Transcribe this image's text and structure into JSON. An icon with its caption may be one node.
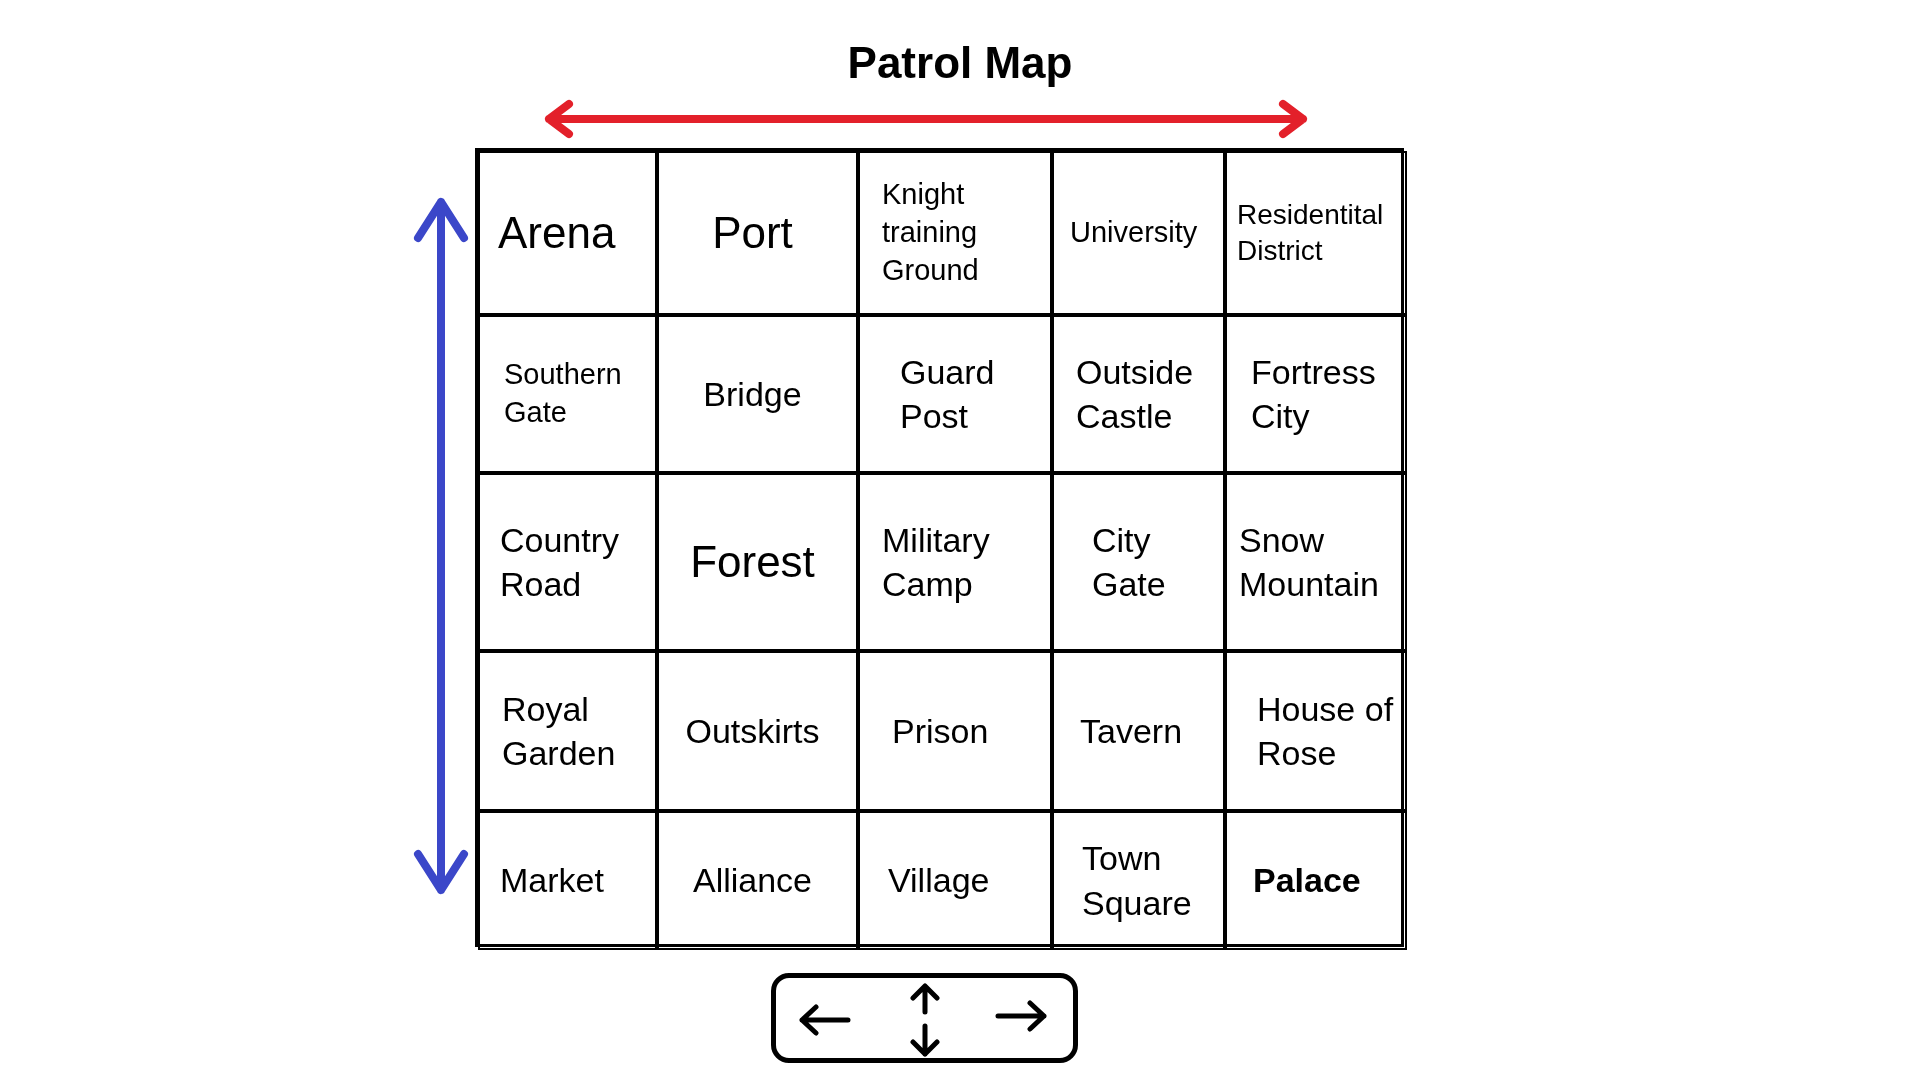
{
  "diagram": {
    "title": "Patrol Map",
    "labels": [
      "Arena",
      "Port",
      "Knight training Ground",
      "University",
      "Residentital District",
      "Southern Gate",
      "Bridge",
      "Guard Post",
      "Outside Castle",
      "Fortress City",
      "Country Road",
      "Forest",
      "Military Camp",
      "City Gate",
      "Snow Mountain",
      "Royal Garden",
      "Outskirts",
      "Prison",
      "Tavern",
      "House of Rose",
      "Market",
      "Alliance",
      "Village",
      "Town Square",
      "Palace"
    ]
  }
}
